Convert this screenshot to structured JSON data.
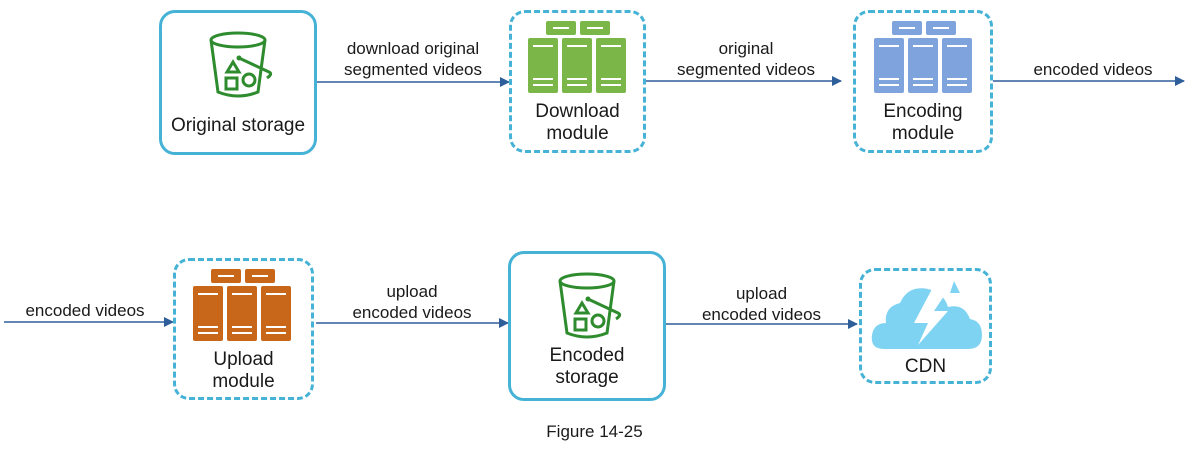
{
  "nodes": {
    "original_storage": {
      "label": "Original storage",
      "icon": "bucket-icon",
      "color": "#2e8b2e"
    },
    "download_module": {
      "label1": "Download",
      "label2": "module",
      "icon": "server-cluster-icon",
      "color": "#7ab648"
    },
    "encoding_module": {
      "label1": "Encoding",
      "label2": "module",
      "icon": "server-cluster-icon",
      "color": "#7ea3dd"
    },
    "upload_module": {
      "label1": "Upload",
      "label2": "module",
      "icon": "server-cluster-icon",
      "color": "#c8661a"
    },
    "encoded_storage": {
      "label1": "Encoded",
      "label2": "storage",
      "icon": "bucket-icon",
      "color": "#2e8b2e"
    },
    "cdn": {
      "label": "CDN",
      "icon": "cloud-lightning-icon",
      "color": "#7fd3f2"
    }
  },
  "edges": {
    "e1": {
      "line1": "download original",
      "line2": "segmented videos"
    },
    "e2": {
      "line1": "original",
      "line2": "segmented videos"
    },
    "e3": {
      "line1": "encoded videos"
    },
    "e4": {
      "line1": "encoded videos"
    },
    "e5": {
      "line1": "upload",
      "line2": "encoded videos"
    },
    "e6": {
      "line1": "upload",
      "line2": "encoded videos"
    }
  },
  "caption": "Figure 14-25"
}
